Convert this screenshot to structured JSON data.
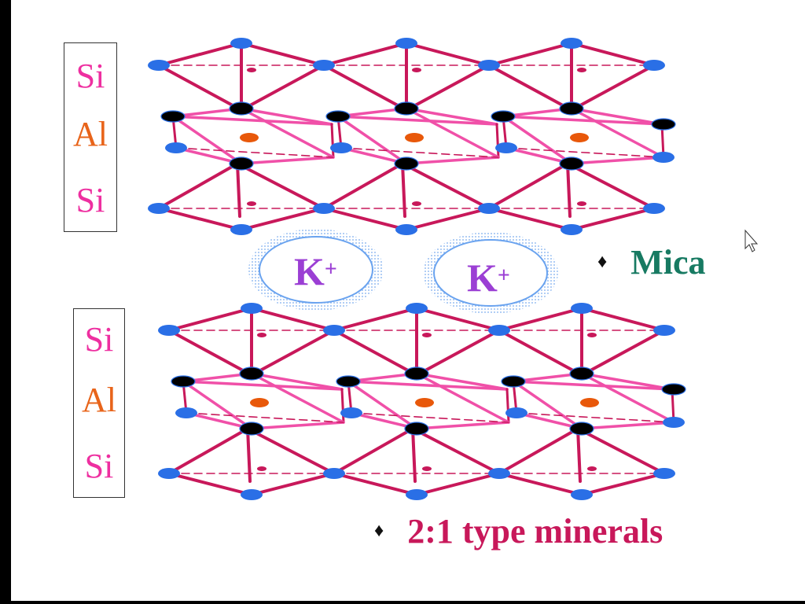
{
  "colors": {
    "si_label": "#ee2fa0",
    "al_label": "#e8641a",
    "bond": "#c8185a",
    "bond_light": "#f050a8",
    "oxygen": "#2a6fe6",
    "hydroxyl": "#000000",
    "al_cation": "#e8580a",
    "k_ion": "#9b3fd4",
    "mica": "#177a62",
    "mineral": "#c8185a"
  },
  "layers": [
    {
      "labels": [
        "Si",
        "Al",
        "Si"
      ]
    },
    {
      "labels": [
        "Si",
        "Al",
        "Si"
      ]
    }
  ],
  "interlayer_ions": [
    {
      "symbol": "K",
      "charge": "+"
    },
    {
      "symbol": "K",
      "charge": "+"
    }
  ],
  "bullets": {
    "mica": "Mica",
    "mineral_type": "2:1 type minerals"
  },
  "bullet_glyph": "♦",
  "icons": {
    "cursor": "mouse-pointer-icon"
  }
}
